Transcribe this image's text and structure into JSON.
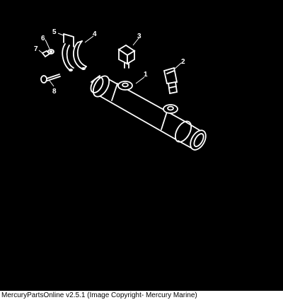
{
  "diagram": {
    "callouts": [
      "1",
      "2",
      "3",
      "4",
      "5",
      "6",
      "7",
      "8"
    ],
    "colors": {
      "background": "#000000",
      "ink": "#ffffff"
    }
  },
  "footer": {
    "caption": "MercuryPartsOnline v2.5.1 (Image Copyright- Mercury Marine)"
  }
}
